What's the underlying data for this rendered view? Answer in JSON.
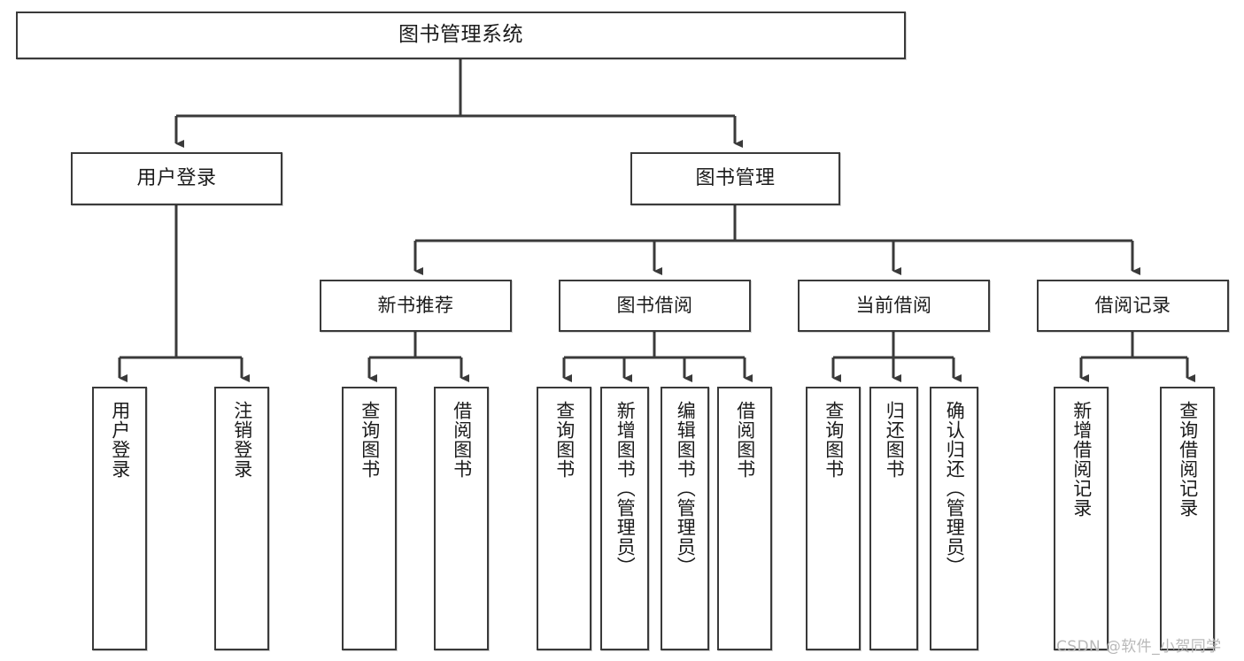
{
  "diagram": {
    "title": "图书管理系统",
    "type": "tree-structure-chart",
    "watermark": "CSDN @软件_小贺同学",
    "colors": {
      "box_border": "#3a3a3a",
      "box_fill": "#ffffff",
      "edge": "#3a3a3a",
      "text": "#1b1b1b",
      "watermark": "#b9b9b9",
      "background": "#ffffff"
    },
    "nodes": {
      "root": {
        "label": "图书管理系统",
        "level": 1
      },
      "l2": [
        {
          "id": "user-login",
          "label": "用户登录",
          "level": 2
        },
        {
          "id": "book-manage",
          "label": "图书管理",
          "level": 2
        }
      ],
      "l3": [
        {
          "id": "new-book-recommend",
          "label": "新书推荐",
          "level": 3,
          "parent": "book-manage"
        },
        {
          "id": "book-borrow",
          "label": "图书借阅",
          "level": 3,
          "parent": "book-manage"
        },
        {
          "id": "current-borrow",
          "label": "当前借阅",
          "level": 3,
          "parent": "book-manage"
        },
        {
          "id": "borrow-record",
          "label": "借阅记录",
          "level": 3,
          "parent": "book-manage"
        }
      ],
      "leaves": [
        {
          "id": "leaf-user-login",
          "label": "用户登录",
          "parent": "user-login"
        },
        {
          "id": "leaf-logout-login",
          "label": "注销登录",
          "parent": "user-login"
        },
        {
          "id": "leaf-query-book-1",
          "label": "查询图书",
          "parent": "new-book-recommend"
        },
        {
          "id": "leaf-borrow-book-1",
          "label": "借阅图书",
          "parent": "new-book-recommend"
        },
        {
          "id": "leaf-query-book-2",
          "label": "查询图书",
          "parent": "book-borrow"
        },
        {
          "id": "leaf-add-book-admin",
          "label": "新增图书（管理员）",
          "parent": "book-borrow"
        },
        {
          "id": "leaf-edit-book-admin",
          "label": "编辑图书（管理员）",
          "parent": "book-borrow"
        },
        {
          "id": "leaf-borrow-book-2",
          "label": "借阅图书",
          "parent": "book-borrow"
        },
        {
          "id": "leaf-query-book-3",
          "label": "查询图书",
          "parent": "current-borrow"
        },
        {
          "id": "leaf-return-book",
          "label": "归还图书",
          "parent": "current-borrow"
        },
        {
          "id": "leaf-confirm-return-admin",
          "label": "确认归还（管理员）",
          "parent": "current-borrow"
        },
        {
          "id": "leaf-add-borrow-record",
          "label": "新增借阅记录",
          "parent": "borrow-record"
        },
        {
          "id": "leaf-query-borrow-record",
          "label": "查询借阅记录",
          "parent": "borrow-record"
        }
      ]
    }
  }
}
